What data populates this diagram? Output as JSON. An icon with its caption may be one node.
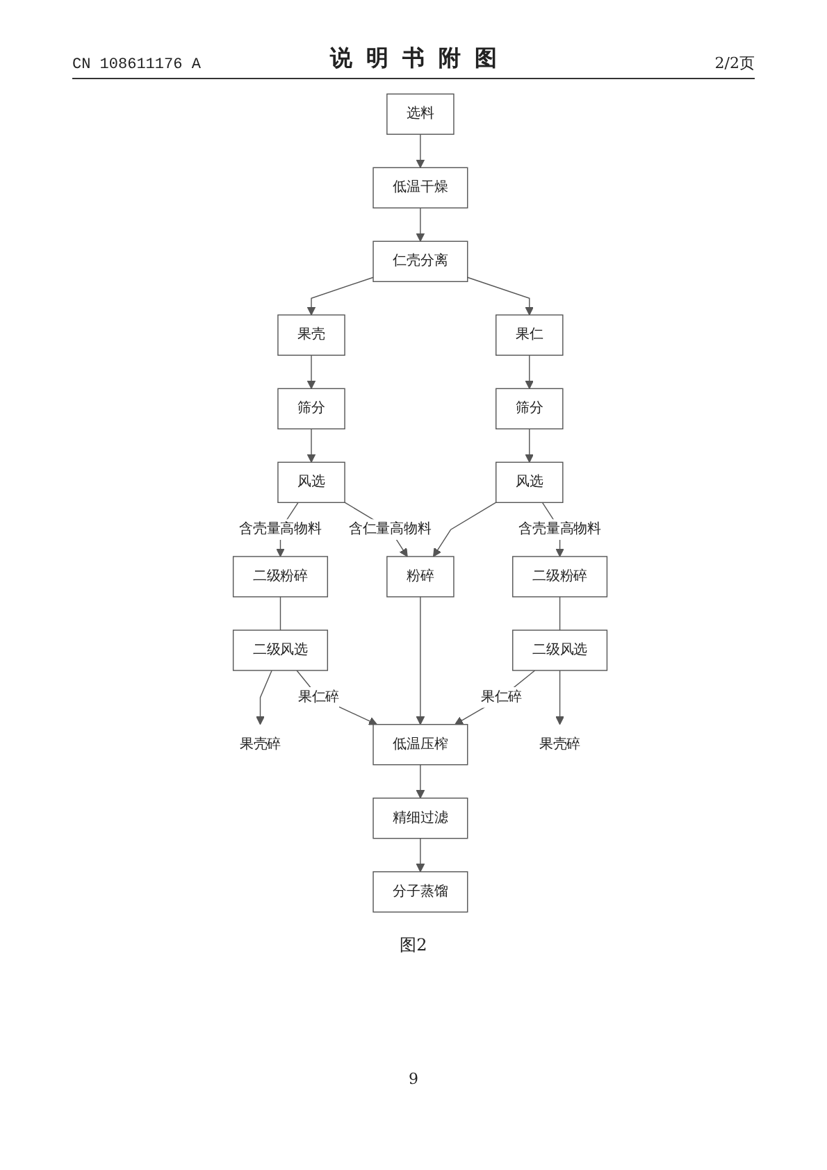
{
  "diagram": {
    "title": "说明书附图",
    "caption": "图2",
    "nodes": [
      {
        "text": [
          "选料"
        ]
      },
      {
        "text": [
          "低温干燥"
        ]
      },
      {
        "text": [
          "仁壳分离"
        ]
      },
      {
        "text": [
          "果壳"
        ]
      },
      {
        "text": [
          "果仁"
        ]
      },
      {
        "text": [
          "筛分"
        ]
      },
      {
        "text": [
          "筛分"
        ]
      },
      {
        "text": [
          "风选"
        ]
      },
      {
        "text": [
          "风选"
        ]
      },
      {
        "text": [
          "二级粉碎"
        ]
      },
      {
        "text": [
          "粉碎"
        ]
      },
      {
        "text": [
          "二级粉碎"
        ]
      },
      {
        "text": [
          "果壳碎"
        ]
      },
      {
        "text": [
          "二级风选"
        ]
      },
      {
        "text": [
          "低温压榨"
        ]
      },
      {
        "text": [
          "二级风选"
        ]
      },
      {
        "text": [
          "果壳碎"
        ]
      },
      {
        "text": [
          "精细过滤"
        ]
      },
      {
        "text": [
          "分子蒸馏"
        ]
      }
    ],
    "edges": [
      {
        "from": 0,
        "to": 1,
        "arrow": "to"
      },
      {
        "from": 1,
        "to": 2,
        "arrow": "to"
      },
      {
        "from": 2,
        "to": 3,
        "arrow": "to"
      },
      {
        "from": 2,
        "to": 4,
        "arrow": "to"
      },
      {
        "from": 3,
        "to": 5,
        "arrow": "to"
      },
      {
        "from": 4,
        "to": 6,
        "arrow": "to"
      },
      {
        "from": 5,
        "to": 7,
        "arrow": "to"
      },
      {
        "from": 6,
        "to": 8,
        "arrow": "to"
      },
      {
        "from": 7,
        "to": 9,
        "arrow": "to",
        "label": "含壳量高物料"
      },
      {
        "from": 7,
        "to": 10,
        "arrow": "to",
        "label": "含仁量高物料"
      },
      {
        "from": 8,
        "to": 10,
        "arrow": "to"
      },
      {
        "from": 8,
        "to": 11,
        "arrow": "to",
        "label": "含壳量高物料"
      },
      {
        "from": 9,
        "to": 13,
        "arrow": "none"
      },
      {
        "from": 11,
        "to": 15,
        "arrow": "none"
      },
      {
        "from": 13,
        "to": 12,
        "arrow": "to"
      },
      {
        "from": 13,
        "to": 14,
        "arrow": "to",
        "label": "果仁碎"
      },
      {
        "from": 10,
        "to": 14,
        "arrow": "to"
      },
      {
        "from": 15,
        "to": 14,
        "arrow": "to",
        "label": "果仁碎"
      },
      {
        "from": 15,
        "to": 16,
        "arrow": "to"
      },
      {
        "from": 14,
        "to": 17,
        "arrow": "to"
      },
      {
        "from": 17,
        "to": 18,
        "arrow": "to"
      }
    ],
    "labels": [
      "CN 108611176 A",
      "2/2页",
      "9"
    ]
  }
}
